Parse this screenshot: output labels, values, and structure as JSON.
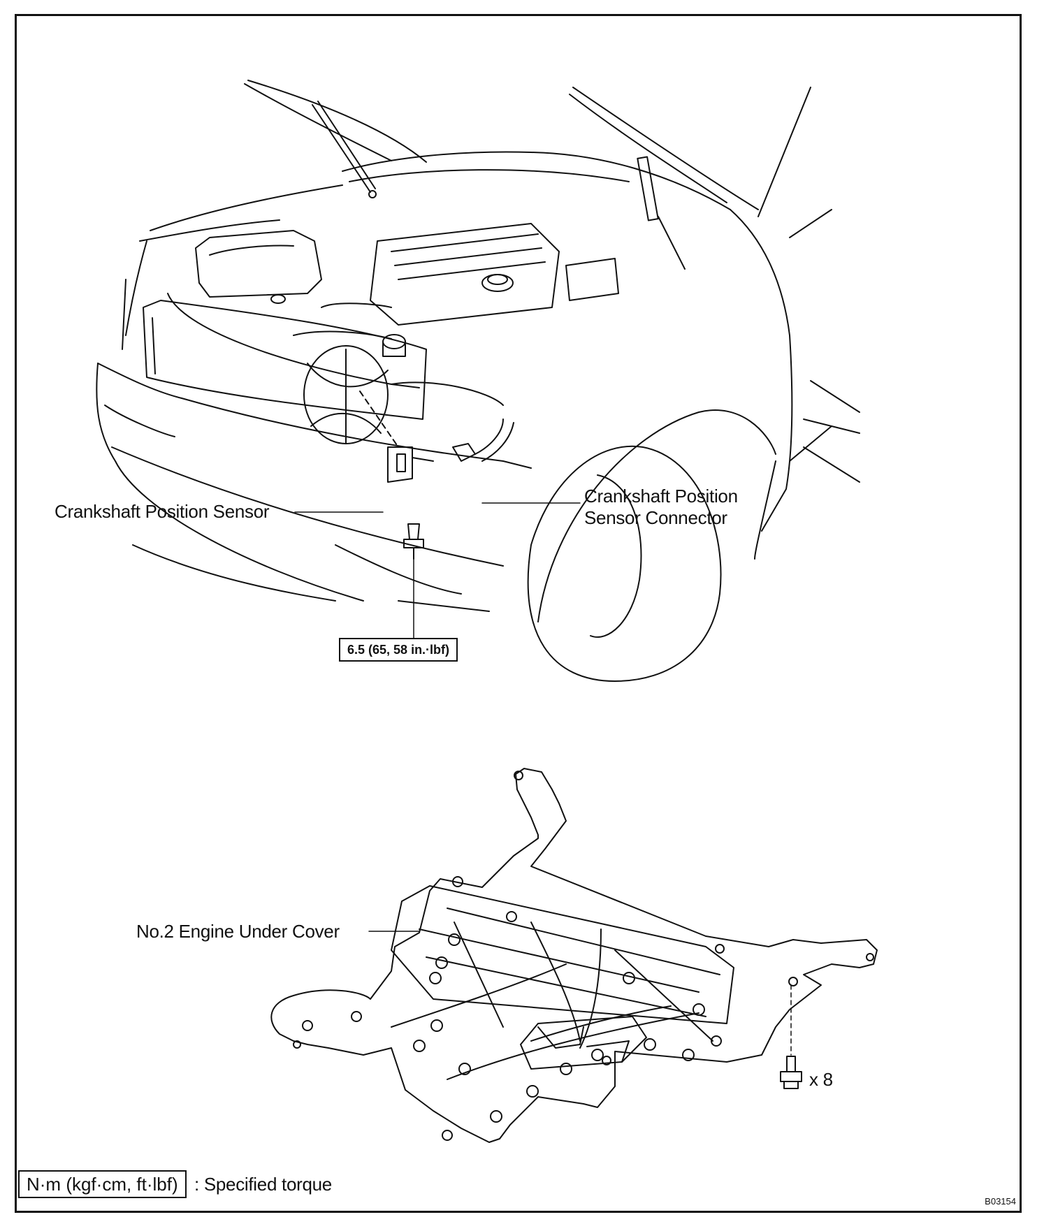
{
  "labels": {
    "crank_sensor": "Crankshaft Position Sensor",
    "crank_connector_line1": "Crankshaft Position",
    "crank_connector_line2": "Sensor Connector",
    "torque_spec": "6.5 (65, 58 in.·lbf)",
    "under_cover": "No.2 Engine Under Cover",
    "bolt_count": "x 8"
  },
  "legend": {
    "unit": "N·m (kgf·cm, ft·lbf)",
    "description": ": Specified torque"
  },
  "figure_id": "B03154"
}
